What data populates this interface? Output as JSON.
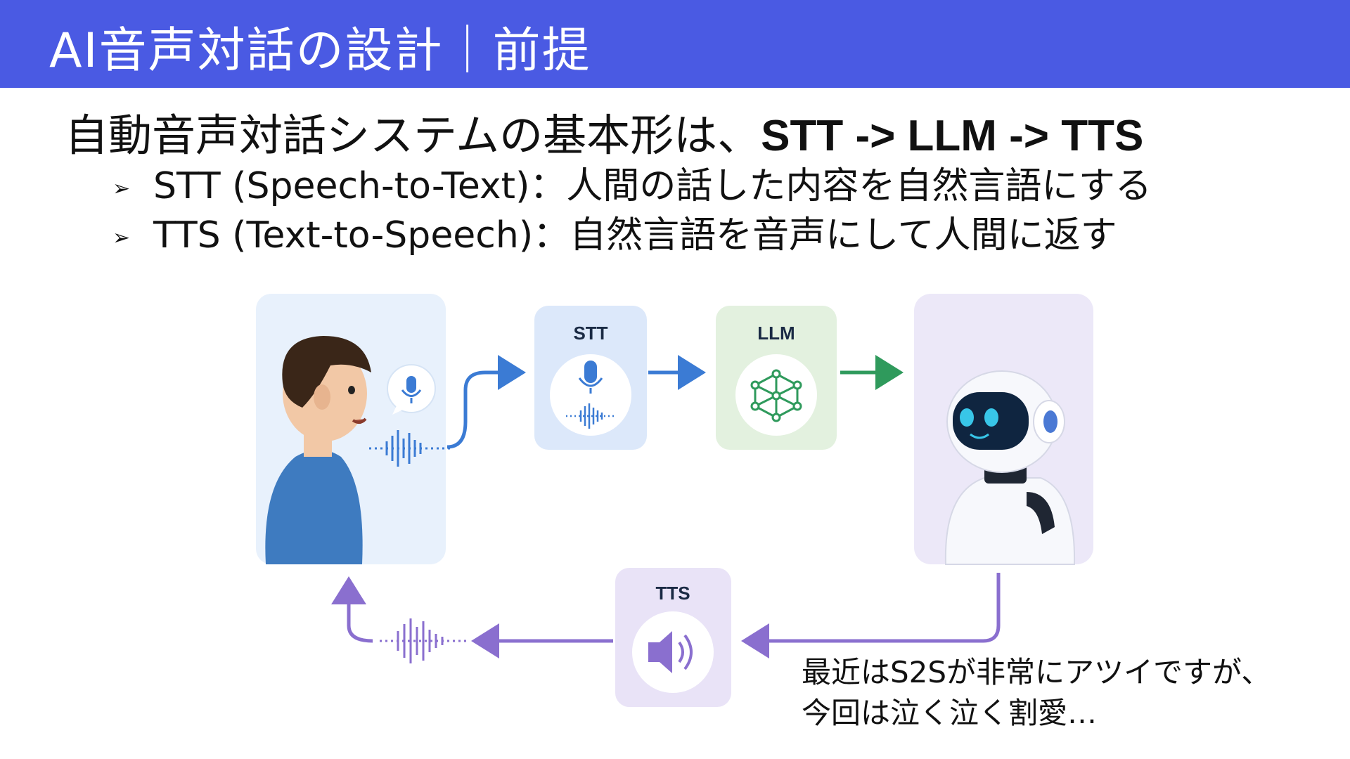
{
  "header": {
    "title": "AI音声対話の設計｜前提",
    "color": "#4a5ae3"
  },
  "main": {
    "lead": "自動音声対話システムの基本形は、",
    "pipeline": "STT -> LLM -> TTS",
    "bullets": [
      {
        "marker": "➢",
        "text": "STT (Speech-to-Text)：人間の話した内容を自然言語にする"
      },
      {
        "marker": "➢",
        "text": "TTS (Text-to-Speech)：自然言語を音声にして人間に返す"
      }
    ]
  },
  "diagram": {
    "stt_label": "STT",
    "llm_label": "LLM",
    "tts_label": "TTS",
    "colors": {
      "stt": "#3b7bd4",
      "llm": "#2f9a5c",
      "tts": "#8a6fcf",
      "human_shirt": "#3e7bc0",
      "robot_face": "#0f2540",
      "robot_eye": "#38c6e8"
    },
    "icons": [
      "person",
      "microphone-icon",
      "waveform-icon",
      "network-icon",
      "speaker-icon",
      "robot"
    ]
  },
  "note": {
    "lines": [
      "最近はS2Sが非常にアツイですが、",
      "今回は泣く泣く割愛…"
    ]
  }
}
